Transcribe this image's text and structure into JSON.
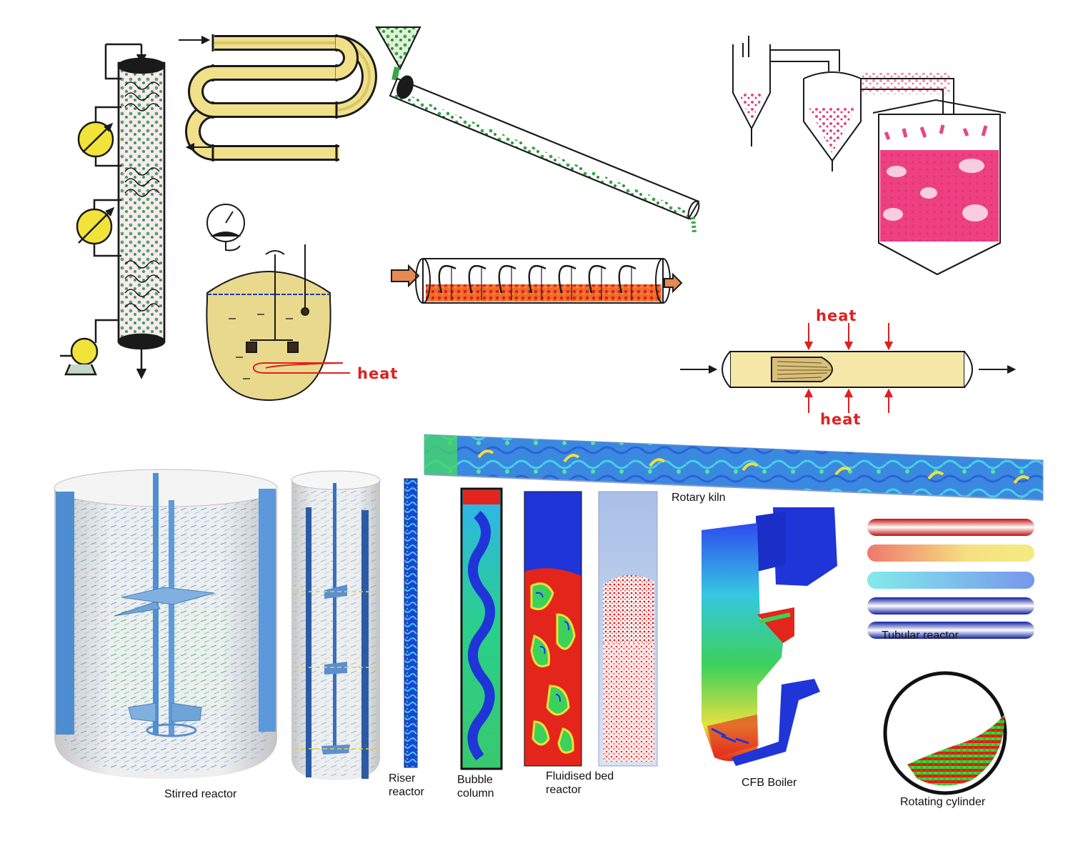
{
  "sketches": {
    "heat_a": "heat",
    "heat_b": "heat",
    "heat_c": "heat"
  },
  "labels": {
    "stirred_reactor": "Stirred reactor",
    "riser_reactor_1": "Riser",
    "riser_reactor_2": "reactor",
    "bubble_column_1": "Bubble",
    "bubble_column_2": "column",
    "fluidised_bed_1": "Fluidised bed",
    "fluidised_bed_2": "reactor",
    "rotary_kiln": "Rotary kiln",
    "cfb_boiler": "CFB Boiler",
    "tubular_reactor": "Tubular reactor",
    "rotating_cylinder": "Rotating cylinder"
  },
  "colors": {
    "sketch_ink": "#1a1a1a",
    "sketch_yellow": "#f1e08a",
    "sketch_green": "#3aa64a",
    "sketch_pink": "#e8477a",
    "sketch_red": "#e02020",
    "cfd_blue": "#1f35d8",
    "cfd_cyan": "#2fd2e6",
    "cfd_green": "#3cd15a",
    "cfd_yellow": "#f0e838",
    "cfd_red": "#e3251c"
  },
  "icons": {
    "rotary_kiln": "rotary-kiln-icon",
    "screw_conveyor": "screw-conveyor-icon",
    "cyclone": "cyclone-icon"
  }
}
